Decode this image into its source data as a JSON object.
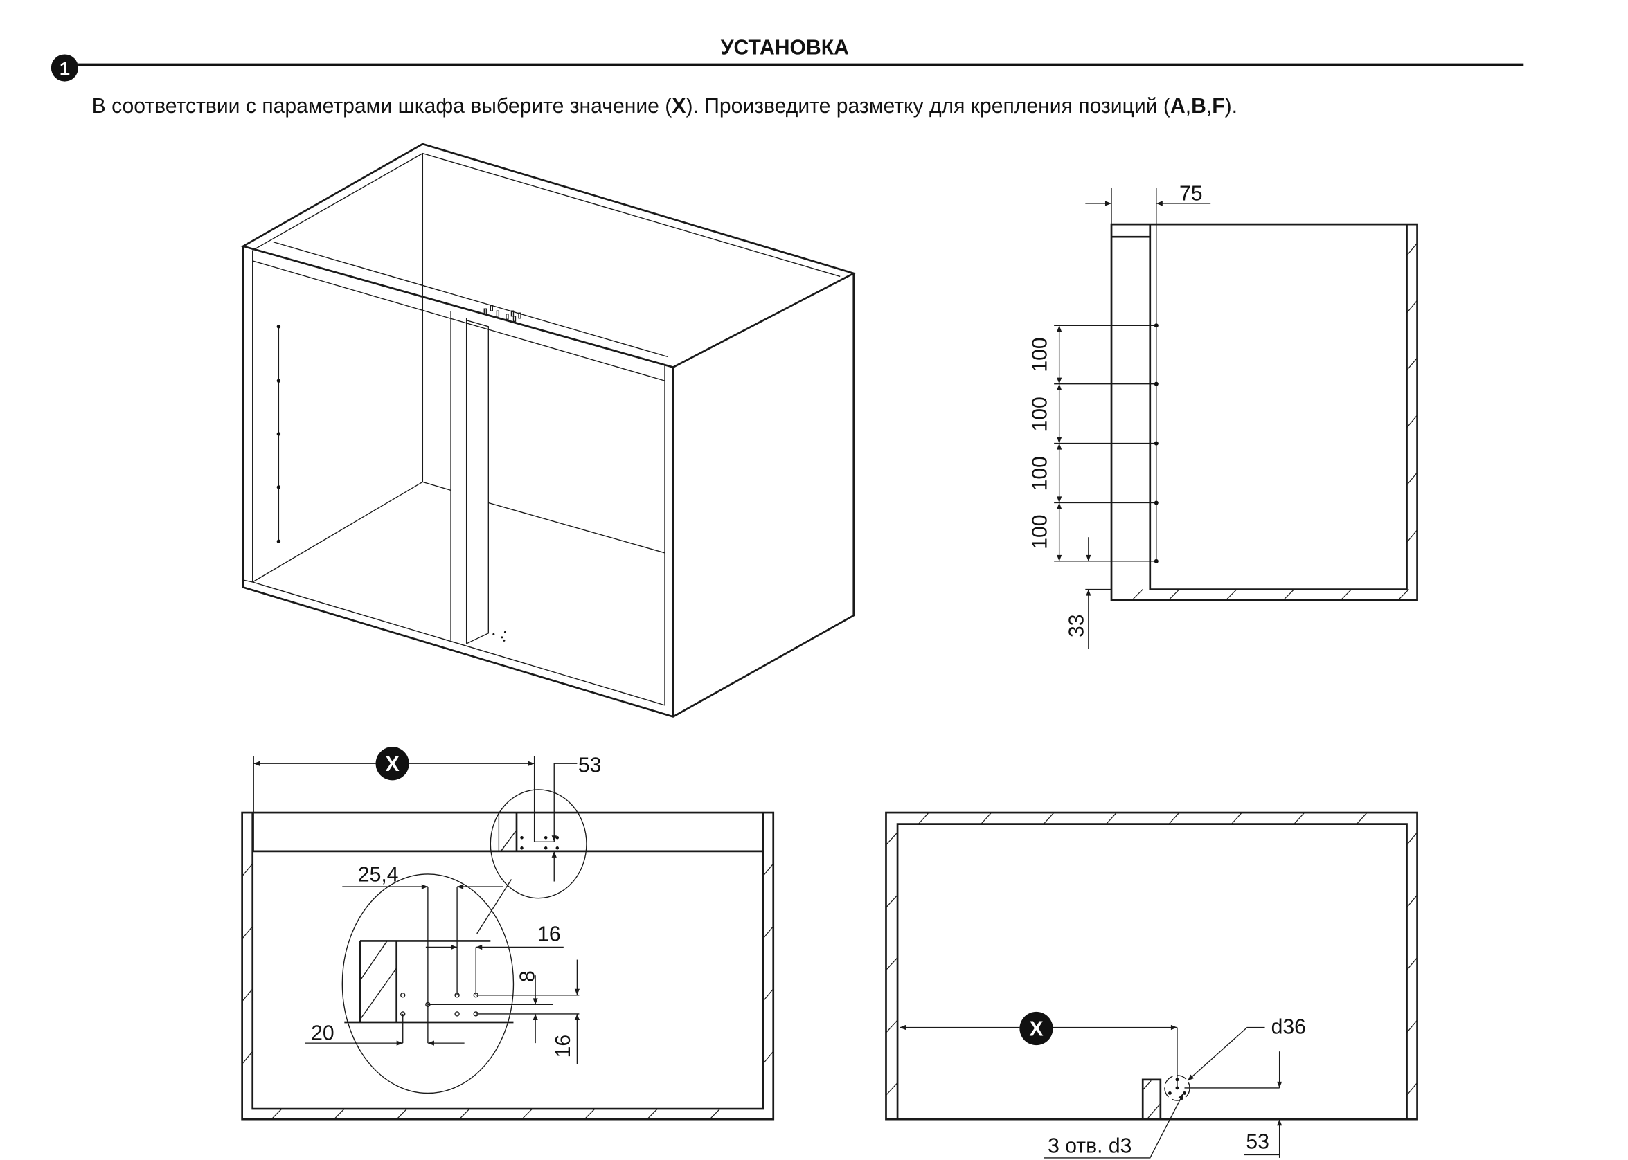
{
  "header": {
    "step_number": "1",
    "title": "УСТАНОВКА",
    "instruction": {
      "part1": "В соответствии с параметрами шкафа выберите значение (",
      "x": "X",
      "part2": "). Произведите разметку для крепления позиций (",
      "a": "A",
      "comma1": ",",
      "b": "B",
      "comma2": ",",
      "f": "F",
      "part3": ")."
    }
  },
  "side_view": {
    "dim_top": "75",
    "dim_spacing": [
      "100",
      "100",
      "100",
      "100"
    ],
    "dim_bottom": "33"
  },
  "front_view_left": {
    "x_marker": "X",
    "dim_53": "53",
    "dim_25_4": "25,4",
    "dim_16_h": "16",
    "dim_8": "8",
    "dim_16_v": "16",
    "dim_20": "20"
  },
  "front_view_right": {
    "x_marker": "X",
    "dim_d36": "d36",
    "dim_53": "53",
    "holes_label": "3 отв. d3"
  },
  "colors": {
    "ink": "#1a1a1a",
    "background": "#ffffff"
  }
}
